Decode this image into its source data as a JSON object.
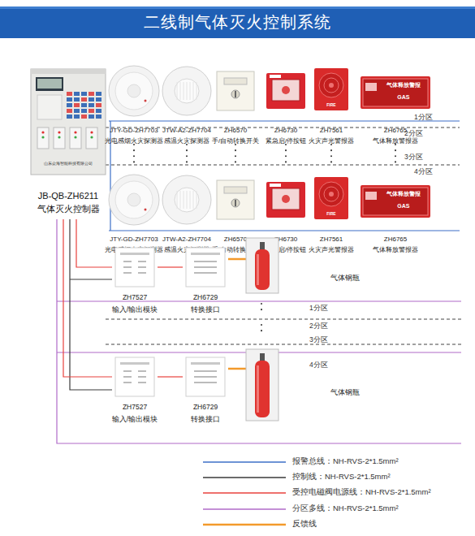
{
  "diagram": {
    "title": "二线制气体灭火控制系统",
    "nodes": [
      {
        "text": [
          "山东众海智能科技有限公司",
          "JB-QB-ZH6211",
          "气体灭火控制器"
        ]
      },
      {
        "text": [
          "JTY-GD-ZH7703",
          "光电感烟火灾探测器"
        ]
      },
      {
        "text": [
          "JTW-A2-ZH7704",
          "感温火灾探测器"
        ]
      },
      {
        "text": [
          "ZH6570",
          "手/自动转换开关"
        ]
      },
      {
        "text": [
          "ZH6730",
          "紧急启/停按钮"
        ]
      },
      {
        "text": [
          "FIRE",
          "ZH7561",
          "火灾声光警报器"
        ]
      },
      {
        "text": [
          "气体释放警报",
          "GAS",
          "ZH6765",
          "气体释放警报器"
        ]
      },
      {
        "text": [
          "JTY-GD-ZH7703",
          "光电感烟火灾探测器"
        ]
      },
      {
        "text": [
          "JTW-A2-ZH7704",
          "感温火灾探测器"
        ]
      },
      {
        "text": [
          "ZH6570",
          "手/自动转换开关"
        ]
      },
      {
        "text": [
          "ZH6730",
          "紧急启/停按钮"
        ]
      },
      {
        "text": [
          "FIRE",
          "ZH7561",
          "火灾声光警报器"
        ]
      },
      {
        "text": [
          "气体释放警报",
          "GAS",
          "ZH6765",
          "气体释放警报器"
        ]
      },
      {
        "text": [
          "ZH7527",
          "输入/输出模块"
        ]
      },
      {
        "text": [
          "ZH6729",
          "转换接口"
        ]
      },
      {
        "text": [
          "气体钢瓶"
        ]
      },
      {
        "text": [
          "ZH7527",
          "输入/输出模块"
        ]
      },
      {
        "text": [
          "ZH6729",
          "转换接口"
        ]
      },
      {
        "text": [
          "气体钢瓶"
        ]
      }
    ],
    "edges": [
      {
        "from": 0,
        "to": 13,
        "arrow": "none"
      },
      {
        "from": 13,
        "to": 14,
        "arrow": "none"
      },
      {
        "from": 14,
        "to": 15,
        "arrow": "none"
      },
      {
        "from": 0,
        "to": 16,
        "arrow": "none"
      },
      {
        "from": 16,
        "to": 17,
        "arrow": "none"
      },
      {
        "from": 17,
        "to": 18,
        "arrow": "none"
      }
    ],
    "labels": [
      "1分区",
      "2分区",
      "3分区",
      "4分区",
      "1分区",
      "2分区",
      "3分区",
      "4分区"
    ],
    "legend": [
      {
        "text": "报警总线：NH-RVS-2*1.5mm²"
      },
      {
        "text": "控制线：NH-RVS-2*1.5mm²"
      },
      {
        "text": "受控电磁阀电源线：NH-RVS-2*1.5mm²"
      },
      {
        "text": "分区多线：NH-RVS-2*1.5mm²"
      },
      {
        "text": "反馈线"
      }
    ]
  }
}
